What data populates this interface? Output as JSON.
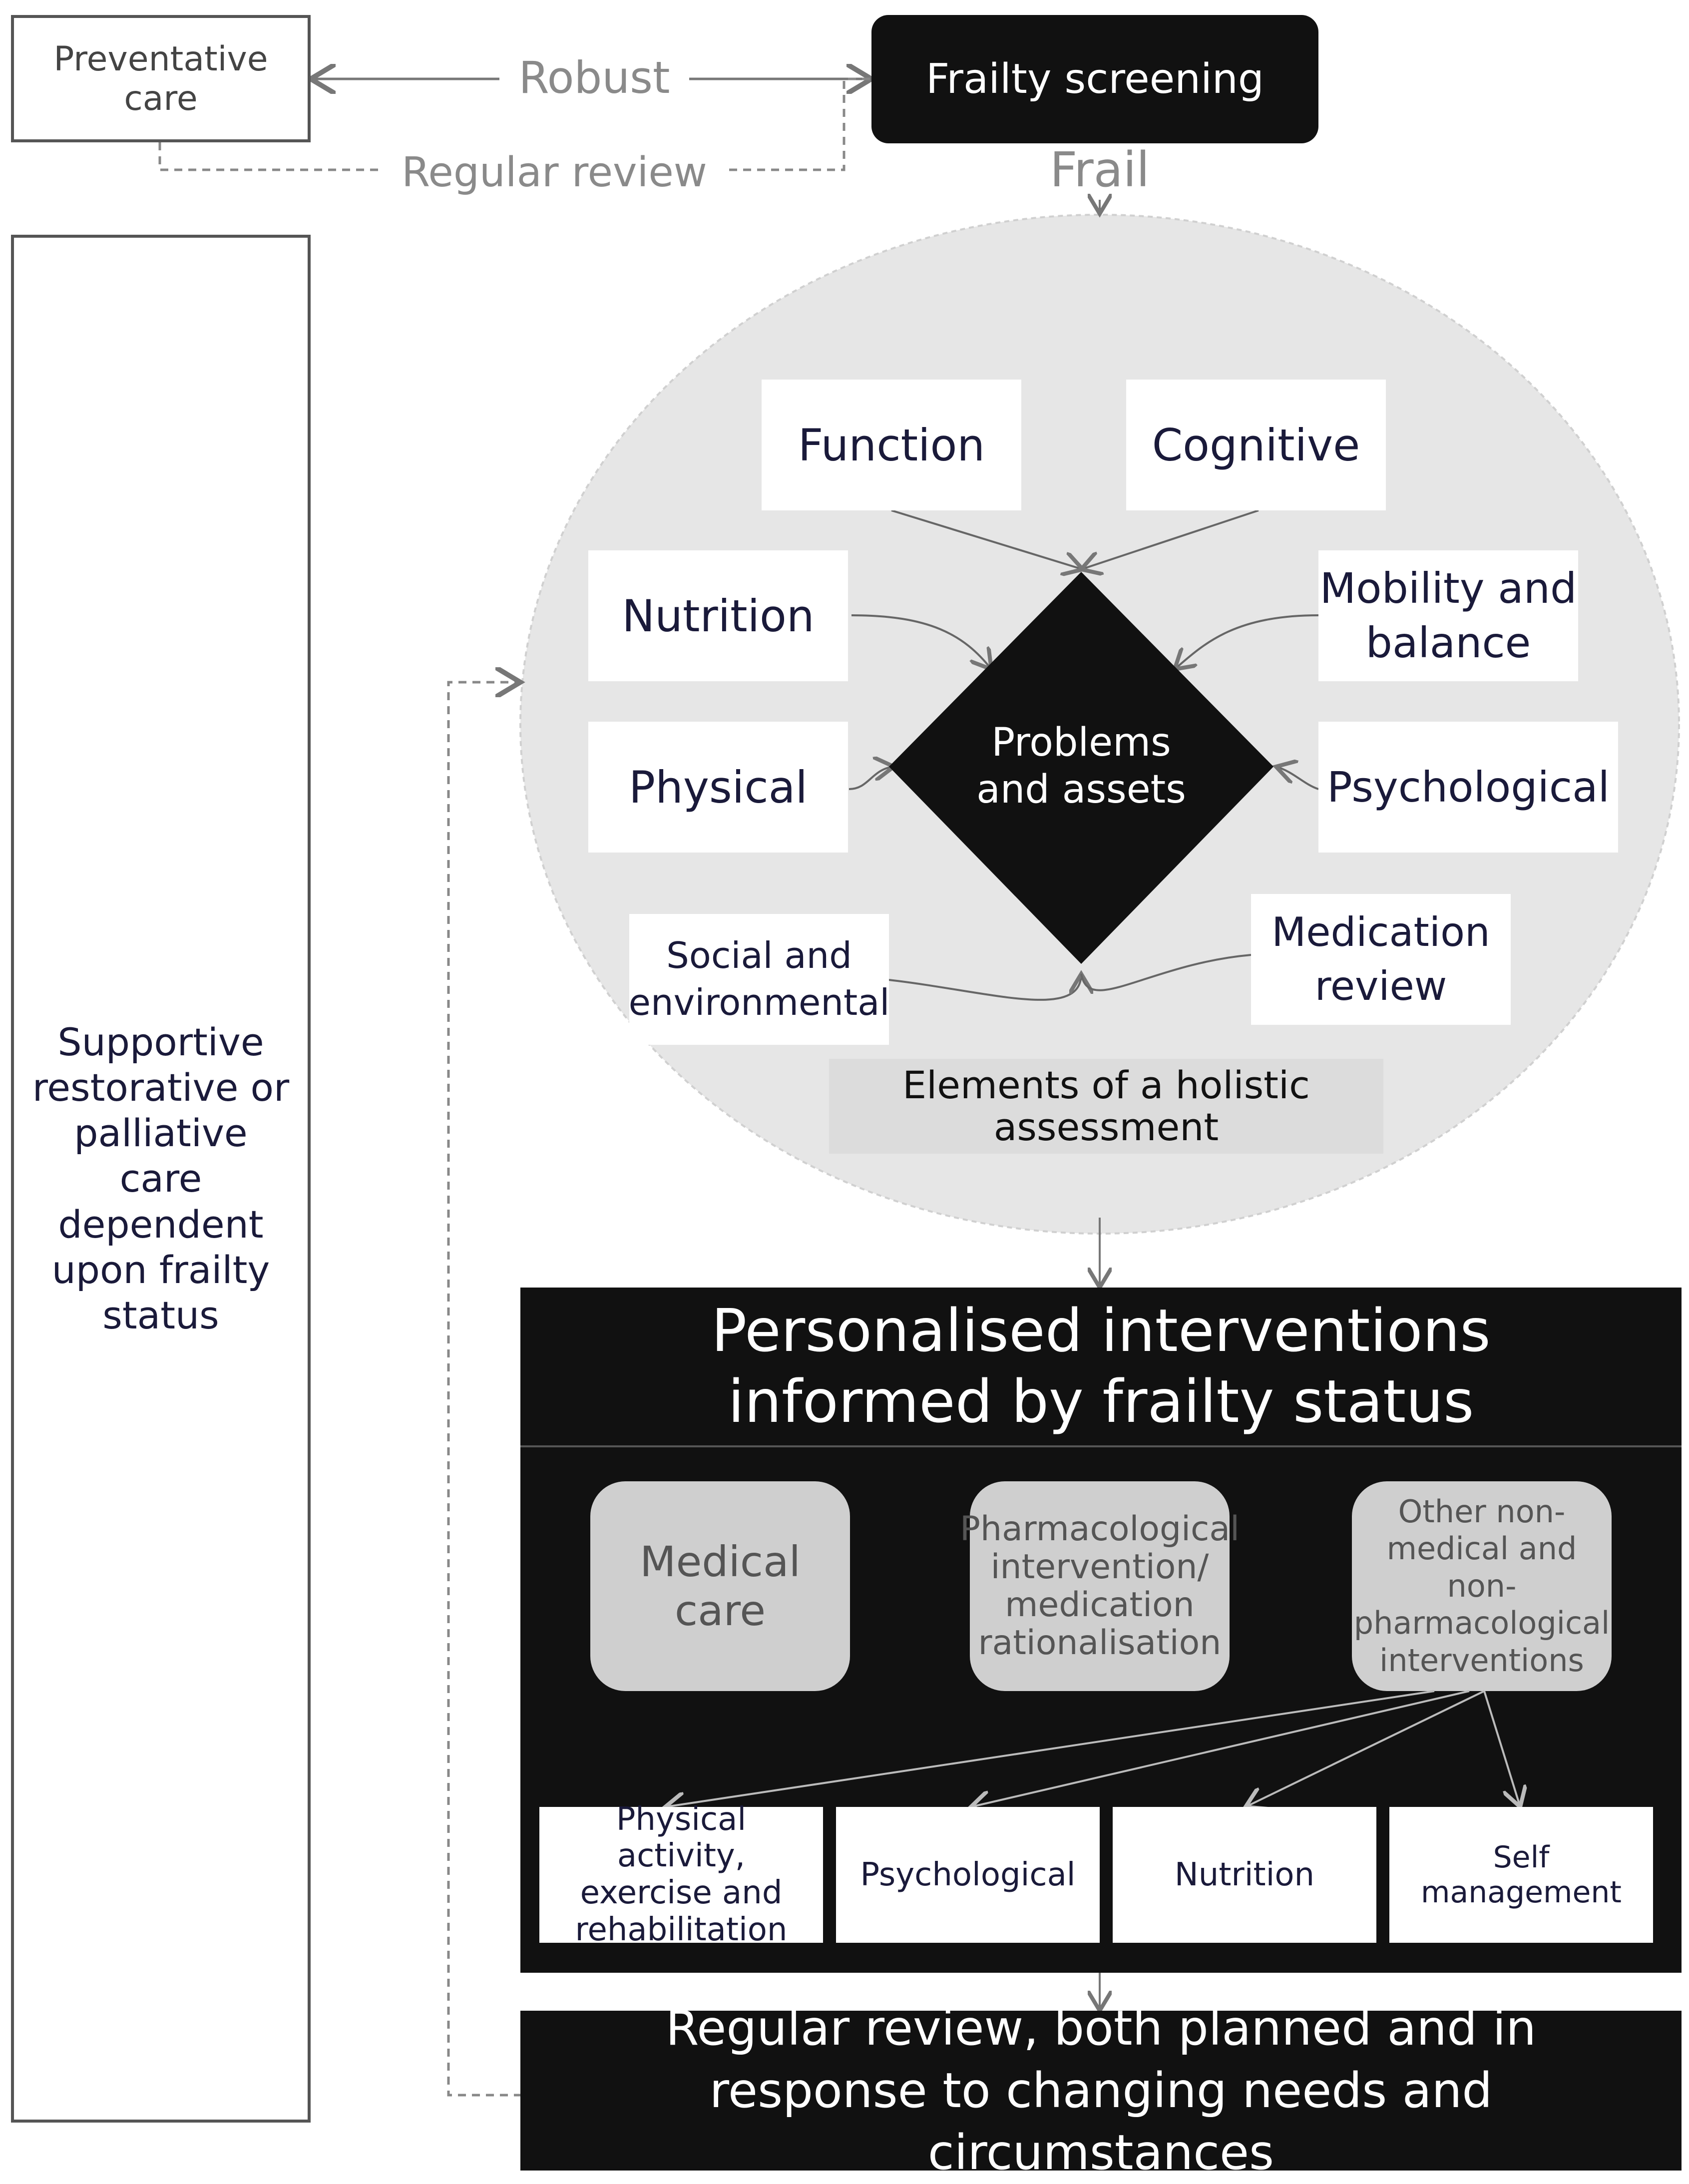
{
  "top": {
    "preventative_care": "Preventative care",
    "robust": "Robust",
    "frailty_screening": "Frailty screening",
    "regular_review": "Regular review",
    "frail": "Frail"
  },
  "side_box": "Supportive restorative or palliative care dependent upon frailty status",
  "assessment": {
    "center": "Problems and assets",
    "elements": {
      "function": "Function",
      "cognitive": "Cognitive",
      "nutrition": "Nutrition",
      "mobility": "Mobility and balance",
      "physical": "Physical",
      "psychological": "Psychological",
      "social": "Social and environmental",
      "medication": "Medication review"
    },
    "caption": "Elements of a holistic assessment"
  },
  "interventions": {
    "title": "Personalised interventions informed by frailty status",
    "medical_care": "Medical care",
    "pharmacological": "Pharmacological intervention/ medication rationalisation",
    "other": "Other non-medical and non-pharmacological interventions",
    "sub": {
      "physical_activity": "Physical activity, exercise and rehabilitation",
      "psychological": "Psychological",
      "nutrition": "Nutrition",
      "self_management": "Self management"
    }
  },
  "review": "Regular review, both planned and in response to changing needs and circumstances"
}
